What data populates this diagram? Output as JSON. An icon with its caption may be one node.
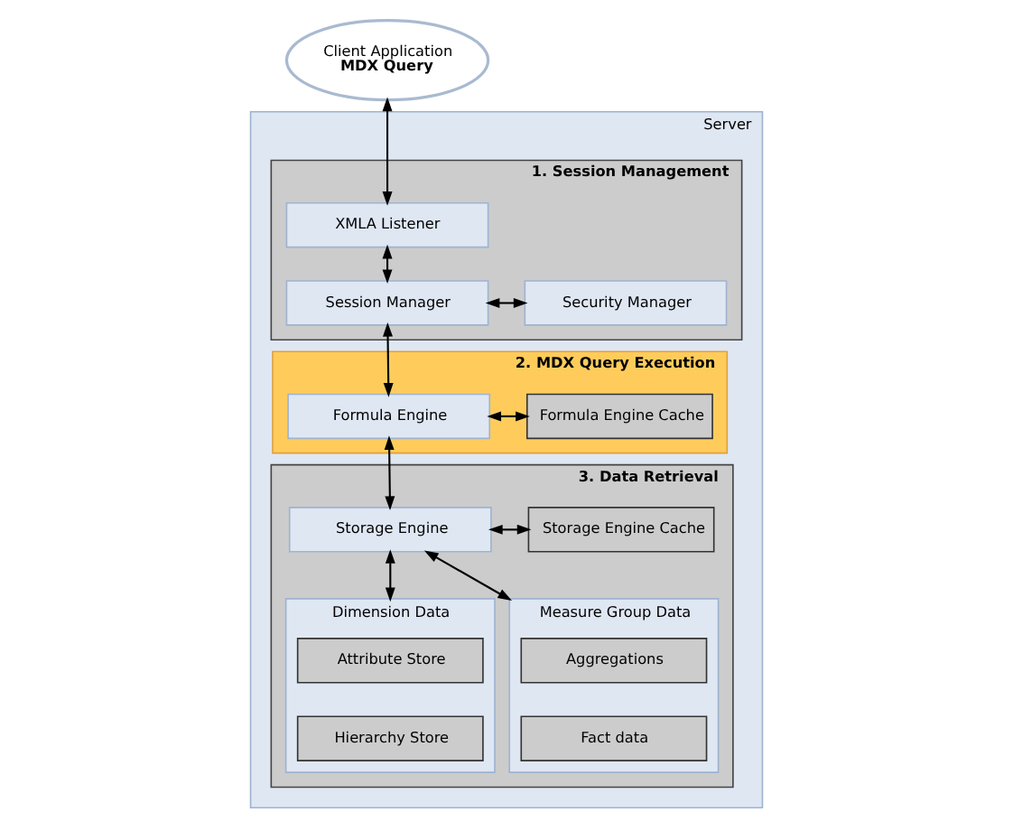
{
  "diagram": {
    "nodes": [
      {
        "text": [
          "Client Application",
          "MDX Query"
        ]
      },
      {
        "text": [
          "Server"
        ]
      },
      {
        "text": [
          "1. Session Management"
        ],
        "in": 1
      },
      {
        "text": [
          "XMLA Listener"
        ],
        "in": 2
      },
      {
        "text": [
          "Session Manager"
        ],
        "in": 2
      },
      {
        "text": [
          "Security Manager"
        ],
        "in": 2
      },
      {
        "text": [
          "2. MDX Query Execution"
        ],
        "in": 1
      },
      {
        "text": [
          "Formula Engine"
        ],
        "in": 6
      },
      {
        "text": [
          "Formula Engine Cache"
        ],
        "in": 6
      },
      {
        "text": [
          "3. Data Retrieval"
        ],
        "in": 1
      },
      {
        "text": [
          "Storage Engine"
        ],
        "in": 9
      },
      {
        "text": [
          "Storage Engine Cache"
        ],
        "in": 9
      },
      {
        "text": [
          "Dimension Data"
        ],
        "in": 9
      },
      {
        "text": [
          "Attribute Store"
        ],
        "in": 12
      },
      {
        "text": [
          "Hierarchy Store"
        ],
        "in": 12
      },
      {
        "text": [
          "Measure Group Data"
        ],
        "in": 9
      },
      {
        "text": [
          "Aggregations"
        ],
        "in": 15
      },
      {
        "text": [
          "Fact data"
        ],
        "in": 15
      }
    ],
    "edges": [
      {
        "from": 0,
        "to": 3,
        "arrow": "both"
      },
      {
        "from": 3,
        "to": 4,
        "arrow": "both"
      },
      {
        "from": 4,
        "to": 5,
        "arrow": "both"
      },
      {
        "from": 4,
        "to": 7,
        "arrow": "both"
      },
      {
        "from": 7,
        "to": 8,
        "arrow": "both"
      },
      {
        "from": 7,
        "to": 10,
        "arrow": "both"
      },
      {
        "from": 10,
        "to": 11,
        "arrow": "both"
      },
      {
        "from": 10,
        "to": 12,
        "arrow": "both"
      },
      {
        "from": 10,
        "to": 15,
        "arrow": "both"
      }
    ]
  }
}
